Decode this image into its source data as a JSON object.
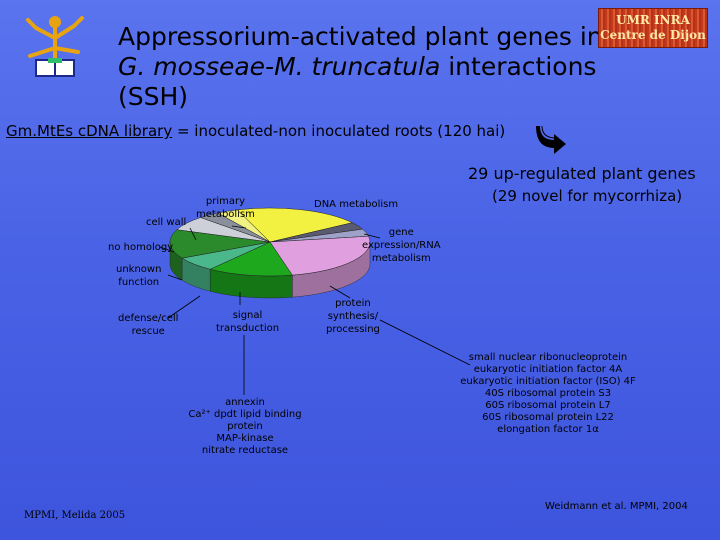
{
  "header": {
    "title_line1": "Appressorium-activated plant genes in",
    "title_line2": "G. mosseae-M. truncatula interactions (SSH)",
    "badge_line1": "UMR INRA",
    "badge_line2": "Centre de Dijon"
  },
  "library": {
    "prefix": "Gm.MtEs cDNA library",
    "rest": " = inoculated-non inoculated roots (120 hai)"
  },
  "headline": "29 up-regulated plant genes",
  "subline": "(29 novel for mycorrhiza)",
  "colors": {
    "background": "#4a63e6",
    "cell_wall": "#8a8f9c",
    "primary_metabolism": "#f1f082",
    "dna_metabolism": "#f2f040",
    "gene_expression": "#5a5a70",
    "protein_synthesis": "#e0a0e0",
    "signal_transduction": "#1ea81e",
    "unknown_function": "#2b8a2b",
    "defense": "#4ab88a",
    "no_homology": "#cdd0d8"
  },
  "chart_data": {
    "type": "pie",
    "style": "3d",
    "title": "",
    "slices": [
      {
        "label": "primary metabolism",
        "value": 1,
        "color": "#f1f082"
      },
      {
        "label": "DNA metabolism",
        "value": 6,
        "color": "#f2f040"
      },
      {
        "label": "gene expression/RNA metabolism",
        "value": 1,
        "color": "#5a5a70"
      },
      {
        "label": "",
        "value": 1,
        "color": "#9ea2c8"
      },
      {
        "label": "protein synthesis/ processing",
        "value": 7,
        "color": "#e0a0e0"
      },
      {
        "label": "signal transduction",
        "value": 4,
        "color": "#1ea81e"
      },
      {
        "label": "defense/cell rescue",
        "value": 2,
        "color": "#4ab88a"
      },
      {
        "label": "unknown function",
        "value": 4,
        "color": "#2b8a2b"
      },
      {
        "label": "no homology",
        "value": 2,
        "color": "#cdd0d8"
      },
      {
        "label": "cell wall",
        "value": 1,
        "color": "#8a8f9c"
      }
    ]
  },
  "labels": {
    "cell_wall": "cell wall",
    "primary_metabolism": [
      "primary",
      "metabolism"
    ],
    "dna_metabolism": "DNA metabolism",
    "gene_expression": [
      "gene",
      "expression/RNA",
      "metabolism"
    ],
    "no_homology": "no homology",
    "unknown_function": [
      "unknown",
      "function"
    ],
    "defense": [
      "defense/cell",
      "rescue"
    ],
    "signal": [
      "signal",
      "transduction"
    ],
    "protein": [
      "protein",
      "synthesis/",
      "processing"
    ]
  },
  "signal_list": [
    "annexin",
    "Ca²⁺ dpdt lipid binding protein",
    "MAP-kinase",
    "nitrate reductase"
  ],
  "protein_list": [
    "small nuclear ribonucleoprotein",
    "eukaryotic initiation factor 4A",
    "eukaryotic initiation factor (ISO) 4F",
    "40S ribosomal protein S3",
    "60S ribosomal protein L7",
    "60S ribosomal protein L22",
    "elongation factor 1α"
  ],
  "footer_left": "MPMI, Melida 2005",
  "footer_right": "Weidmann et al. MPMI, 2004"
}
